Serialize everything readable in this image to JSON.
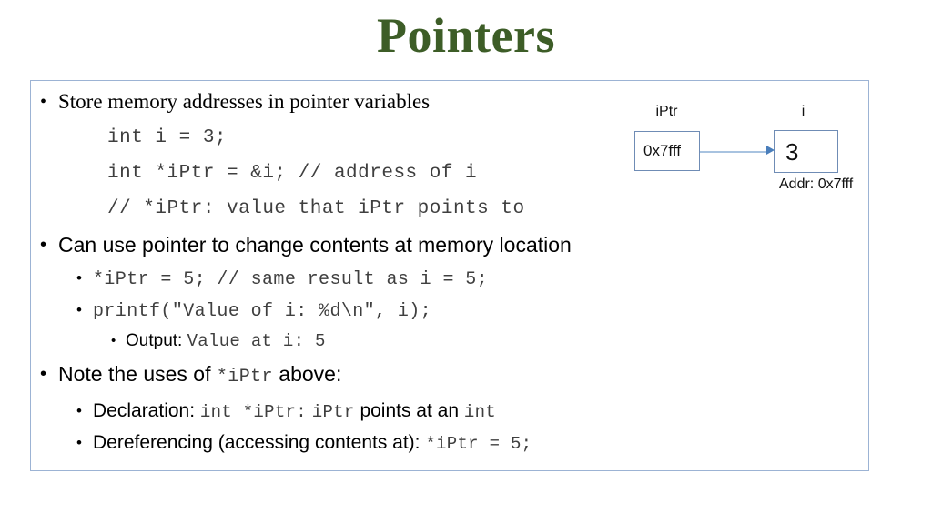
{
  "slide": {
    "title": "Pointers",
    "title_color": "#3d5d27",
    "frame_border_color": "#9cb3d4"
  },
  "bullets": {
    "b1_text": "Store memory addresses in pointer variables",
    "code1": "int i = 3;",
    "code2": "int *iPtr = &i; // address of i",
    "code3": "// *iPtr: value that iPtr points to",
    "b2_text": "Can use pointer to change contents at memory location",
    "b2_sub1": "*iPtr = 5;  // same result as i = 5;",
    "b2_sub2": "printf(\"Value of i: %d\\n\", i);",
    "b2_sub3_label": "Output:",
    "b2_sub3_code": "Value at i: 5",
    "b3_prefix": "Note the uses of",
    "b3_code": "*iPtr",
    "b3_suffix": "above:",
    "b3_sub1_label": "Declaration:",
    "b3_sub1_code1": "int *iPtr:",
    "b3_sub1_code2": "iPtr",
    "b3_sub1_mid": "points at an",
    "b3_sub1_code3": "int",
    "b3_sub2_label": "Dereferencing (accessing contents at):",
    "b3_sub2_code": "*iPtr = 5;"
  },
  "diagram": {
    "label_left": "iPtr",
    "label_right": "i",
    "value_left": "0x7fff",
    "value_right": "3",
    "addr_note": "Addr: 0x7fff",
    "box_border_color": "#6f8cb5",
    "arrow_color": "#4a7ebb"
  }
}
